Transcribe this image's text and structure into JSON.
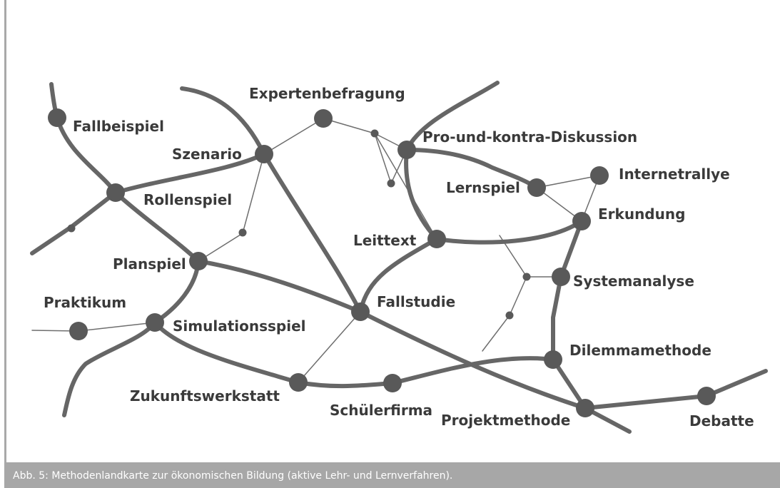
{
  "diagram": {
    "colors": {
      "line": "#666666",
      "node": "#595959",
      "label": "#3a3a3a"
    },
    "nodes": {
      "fallbeispiel": "Fallbeispiel",
      "szenario": "Szenario",
      "rollenspiel": "Rollenspiel",
      "expertenbefragung": "Expertenbefragung",
      "pro_kontra": "Pro-und-kontra-Diskussion",
      "internetrallye": "Internetrallye",
      "lernspiel": "Lernspiel",
      "erkundung": "Erkundung",
      "leittext": "Leittext",
      "planspiel": "Planspiel",
      "systemanalyse": "Systemanalyse",
      "praktikum": "Praktikum",
      "fallstudie": "Fallstudie",
      "simulationsspiel": "Simulationsspiel",
      "dilemmamethode": "Dilemmamethode",
      "zukunftswerkstatt": "Zukunftswerkstatt",
      "schuelerfirma": "Schülerfirma",
      "projektmethode": "Projektmethode",
      "debatte": "Debatte"
    }
  },
  "caption": "Abb. 5: Methodenlandkarte zur ökonomischen Bildung (aktive Lehr- und Lernverfahren)."
}
